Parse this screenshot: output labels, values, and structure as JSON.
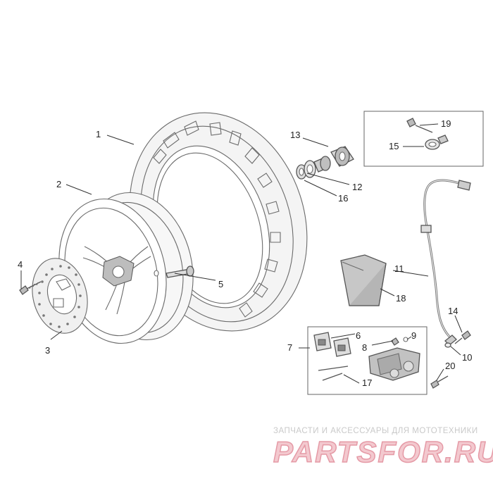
{
  "labels": [
    "1",
    "2",
    "3",
    "4",
    "5",
    "6",
    "7",
    "8",
    "9",
    "10",
    "11",
    "12",
    "13",
    "14",
    "15",
    "16",
    "17",
    "18",
    "19",
    "20"
  ],
  "watermark": {
    "line1": "ЗАПЧАСТИ И АКСЕССУАРЫ ДЛЯ МОТОТЕХНИКИ",
    "line2": "PARTSFOR.RU"
  }
}
